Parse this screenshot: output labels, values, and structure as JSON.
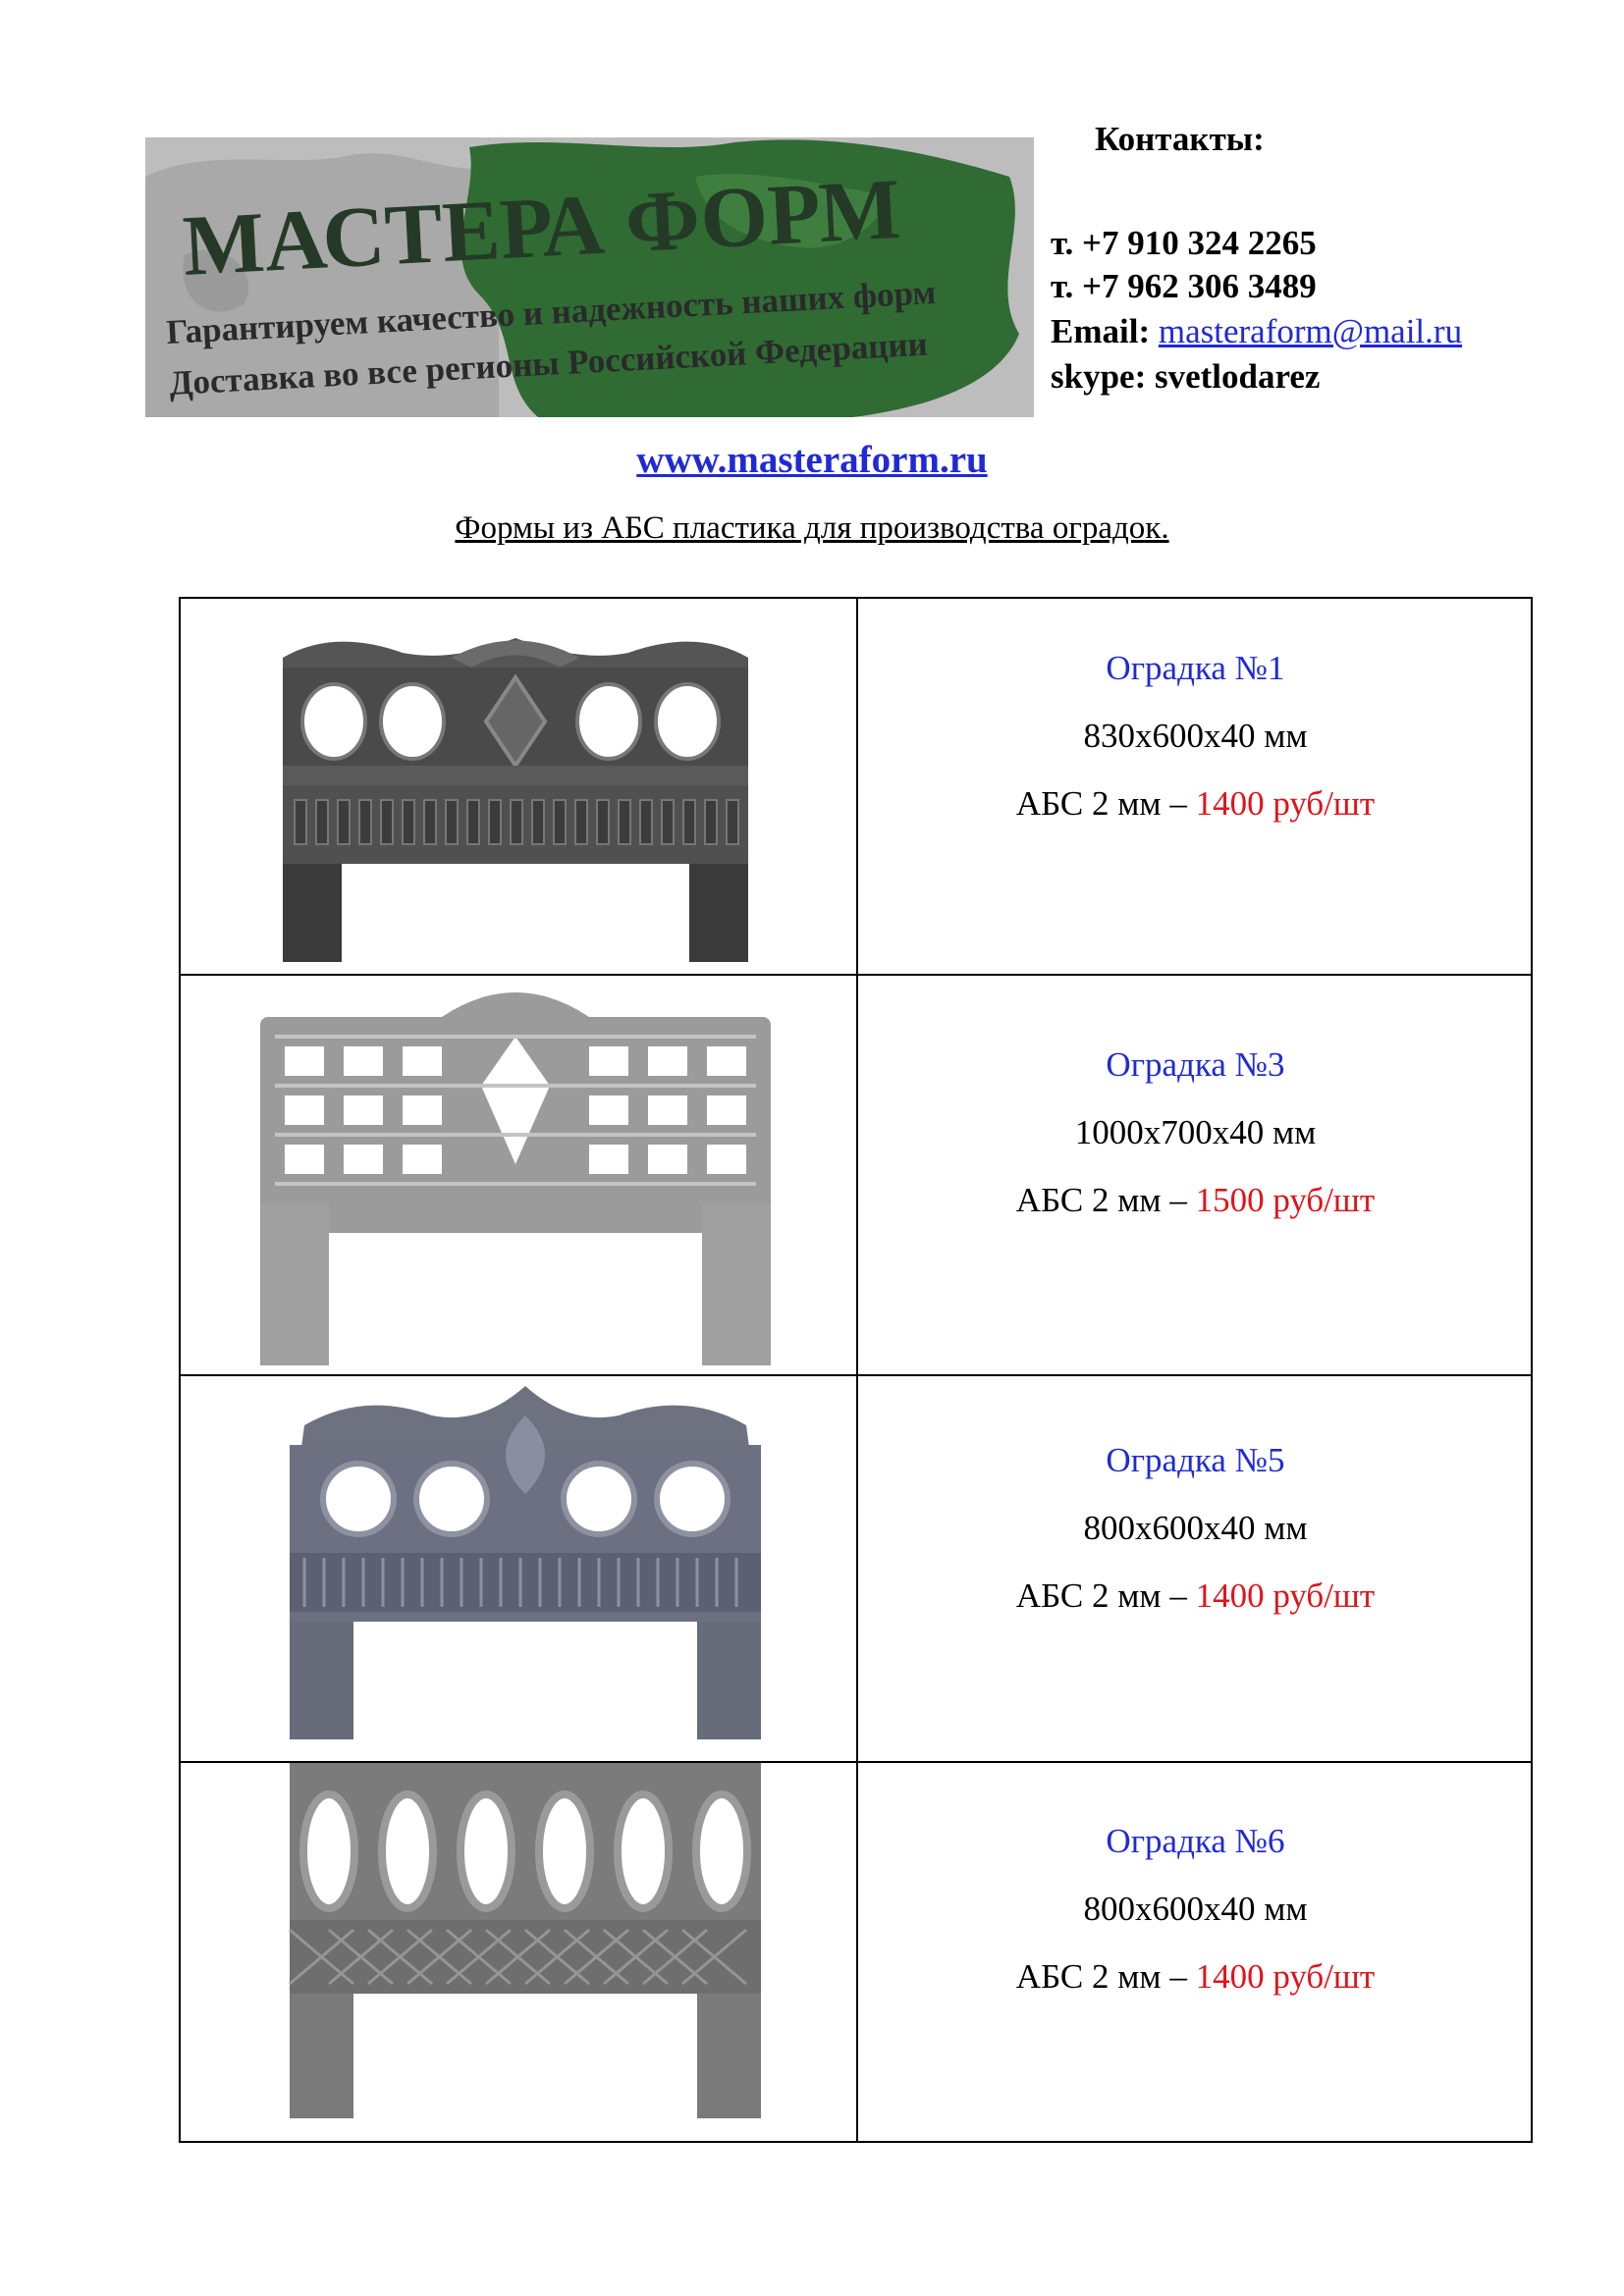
{
  "header": {
    "banner": {
      "title": "МАСТЕРА ФОРМ",
      "line1": "Гарантируем качество и надежность наших форм",
      "line2": "Доставка во все регионы Российской Федерации"
    },
    "contacts": {
      "title": "Контакты:",
      "phone1": "т. +7 910 324 2265",
      "phone2": "т. +7 962 306 3489",
      "email_label": "Email:",
      "email": "masteraform@mail.ru",
      "skype": "skype: svetlodarez"
    },
    "website": "www.masteraform.ru",
    "subtitle": "Формы из АБС пластика для производства оградок."
  },
  "products": [
    {
      "name": "Оградка №1",
      "size": "830х600х40 мм",
      "material": "АБС 2 мм –",
      "price": "1400",
      "unit": "руб/шт"
    },
    {
      "name": "Оградка №3",
      "size": "1000х700х40 мм",
      "material": "АБС 2 мм –",
      "price": "1500",
      "unit": "руб/шт"
    },
    {
      "name": "Оградка №5",
      "size": "800х600х40 мм",
      "material": "АБС 2 мм –",
      "price": "1400",
      "unit": "руб/шт"
    },
    {
      "name": "Оградка №6",
      "size": "800х600х40 мм",
      "material": "АБС 2 мм –",
      "price": "1400",
      "unit": "руб/шт"
    }
  ],
  "colors": {
    "link": "#1f2ad6",
    "price": "#e0141a",
    "banner_green": "#2f6b33"
  }
}
